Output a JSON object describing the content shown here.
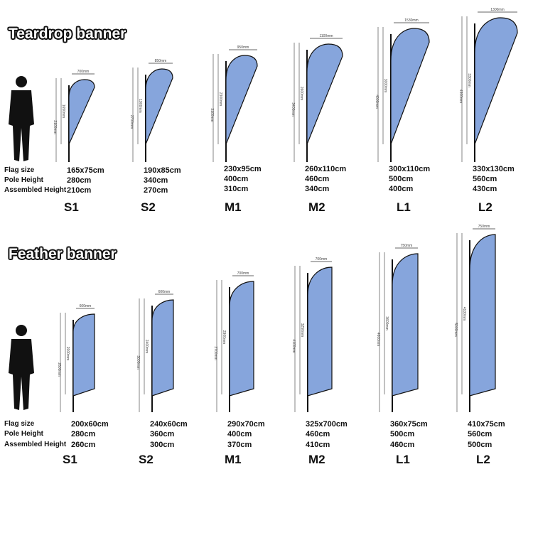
{
  "sections": [
    {
      "title": "Teardrop banner",
      "row_labels": [
        "Flag size",
        "Pole Height",
        "Assembled Height"
      ],
      "items": [
        {
          "size": "S1",
          "flag": "165x75cm",
          "pole": "280cm",
          "assembled": "210cm",
          "width_dim": "700mm",
          "flag_dim": "1650mm",
          "total_dim": "2100mm"
        },
        {
          "size": "S2",
          "flag": "190x85cm",
          "pole": "340cm",
          "assembled": "270cm",
          "width_dim": "850mm",
          "flag_dim": "1900mm",
          "total_dim": "2700mm"
        },
        {
          "size": "M1",
          "flag": "230x95cm",
          "pole": "400cm",
          "assembled": "310cm",
          "width_dim": "950mm",
          "flag_dim": "2300mm",
          "total_dim": "3100mm"
        },
        {
          "size": "M2",
          "flag": "260x110cm",
          "pole": "460cm",
          "assembled": "340cm",
          "width_dim": "1100mm",
          "flag_dim": "2600mm",
          "total_dim": "3400mm"
        },
        {
          "size": "L1",
          "flag": "300x110cm",
          "pole": "500cm",
          "assembled": "400cm",
          "width_dim": "1530mm",
          "flag_dim": "3000mm",
          "total_dim": "4000mm"
        },
        {
          "size": "L2",
          "flag": "330x130cm",
          "pole": "560cm",
          "assembled": "430cm",
          "width_dim": "1300mm",
          "flag_dim": "3300mm",
          "total_dim": "4300mm"
        }
      ]
    },
    {
      "title": "Feather banner",
      "row_labels": [
        "Flag size",
        "Pole Height",
        "Assembled Height"
      ],
      "items": [
        {
          "size": "S1",
          "flag": "200x60cm",
          "pole": "280cm",
          "assembled": "260cm",
          "width_dim": "600mm",
          "flag_dim": "2000mm",
          "total_dim": "2600mm"
        },
        {
          "size": "S2",
          "flag": "240x60cm",
          "pole": "360cm",
          "assembled": "300cm",
          "width_dim": "600mm",
          "flag_dim": "2400mm",
          "total_dim": "3000mm"
        },
        {
          "size": "M1",
          "flag": "290x70cm",
          "pole": "400cm",
          "assembled": "370cm",
          "width_dim": "700mm",
          "flag_dim": "2900mm",
          "total_dim": "3700mm"
        },
        {
          "size": "M2",
          "flag": "325x700cm",
          "pole": "460cm",
          "assembled": "410cm",
          "width_dim": "700mm",
          "flag_dim": "3250mm",
          "total_dim": "4100mm"
        },
        {
          "size": "L1",
          "flag": "360x75cm",
          "pole": "500cm",
          "assembled": "460cm",
          "width_dim": "750mm",
          "flag_dim": "3600mm",
          "total_dim": "4600mm"
        },
        {
          "size": "L2",
          "flag": "410x75cm",
          "pole": "560cm",
          "assembled": "500cm",
          "width_dim": "750mm",
          "flag_dim": "4100mm",
          "total_dim": "5000mm"
        }
      ]
    }
  ],
  "colors": {
    "flag": "#86a5dc",
    "outline": "#111111"
  }
}
